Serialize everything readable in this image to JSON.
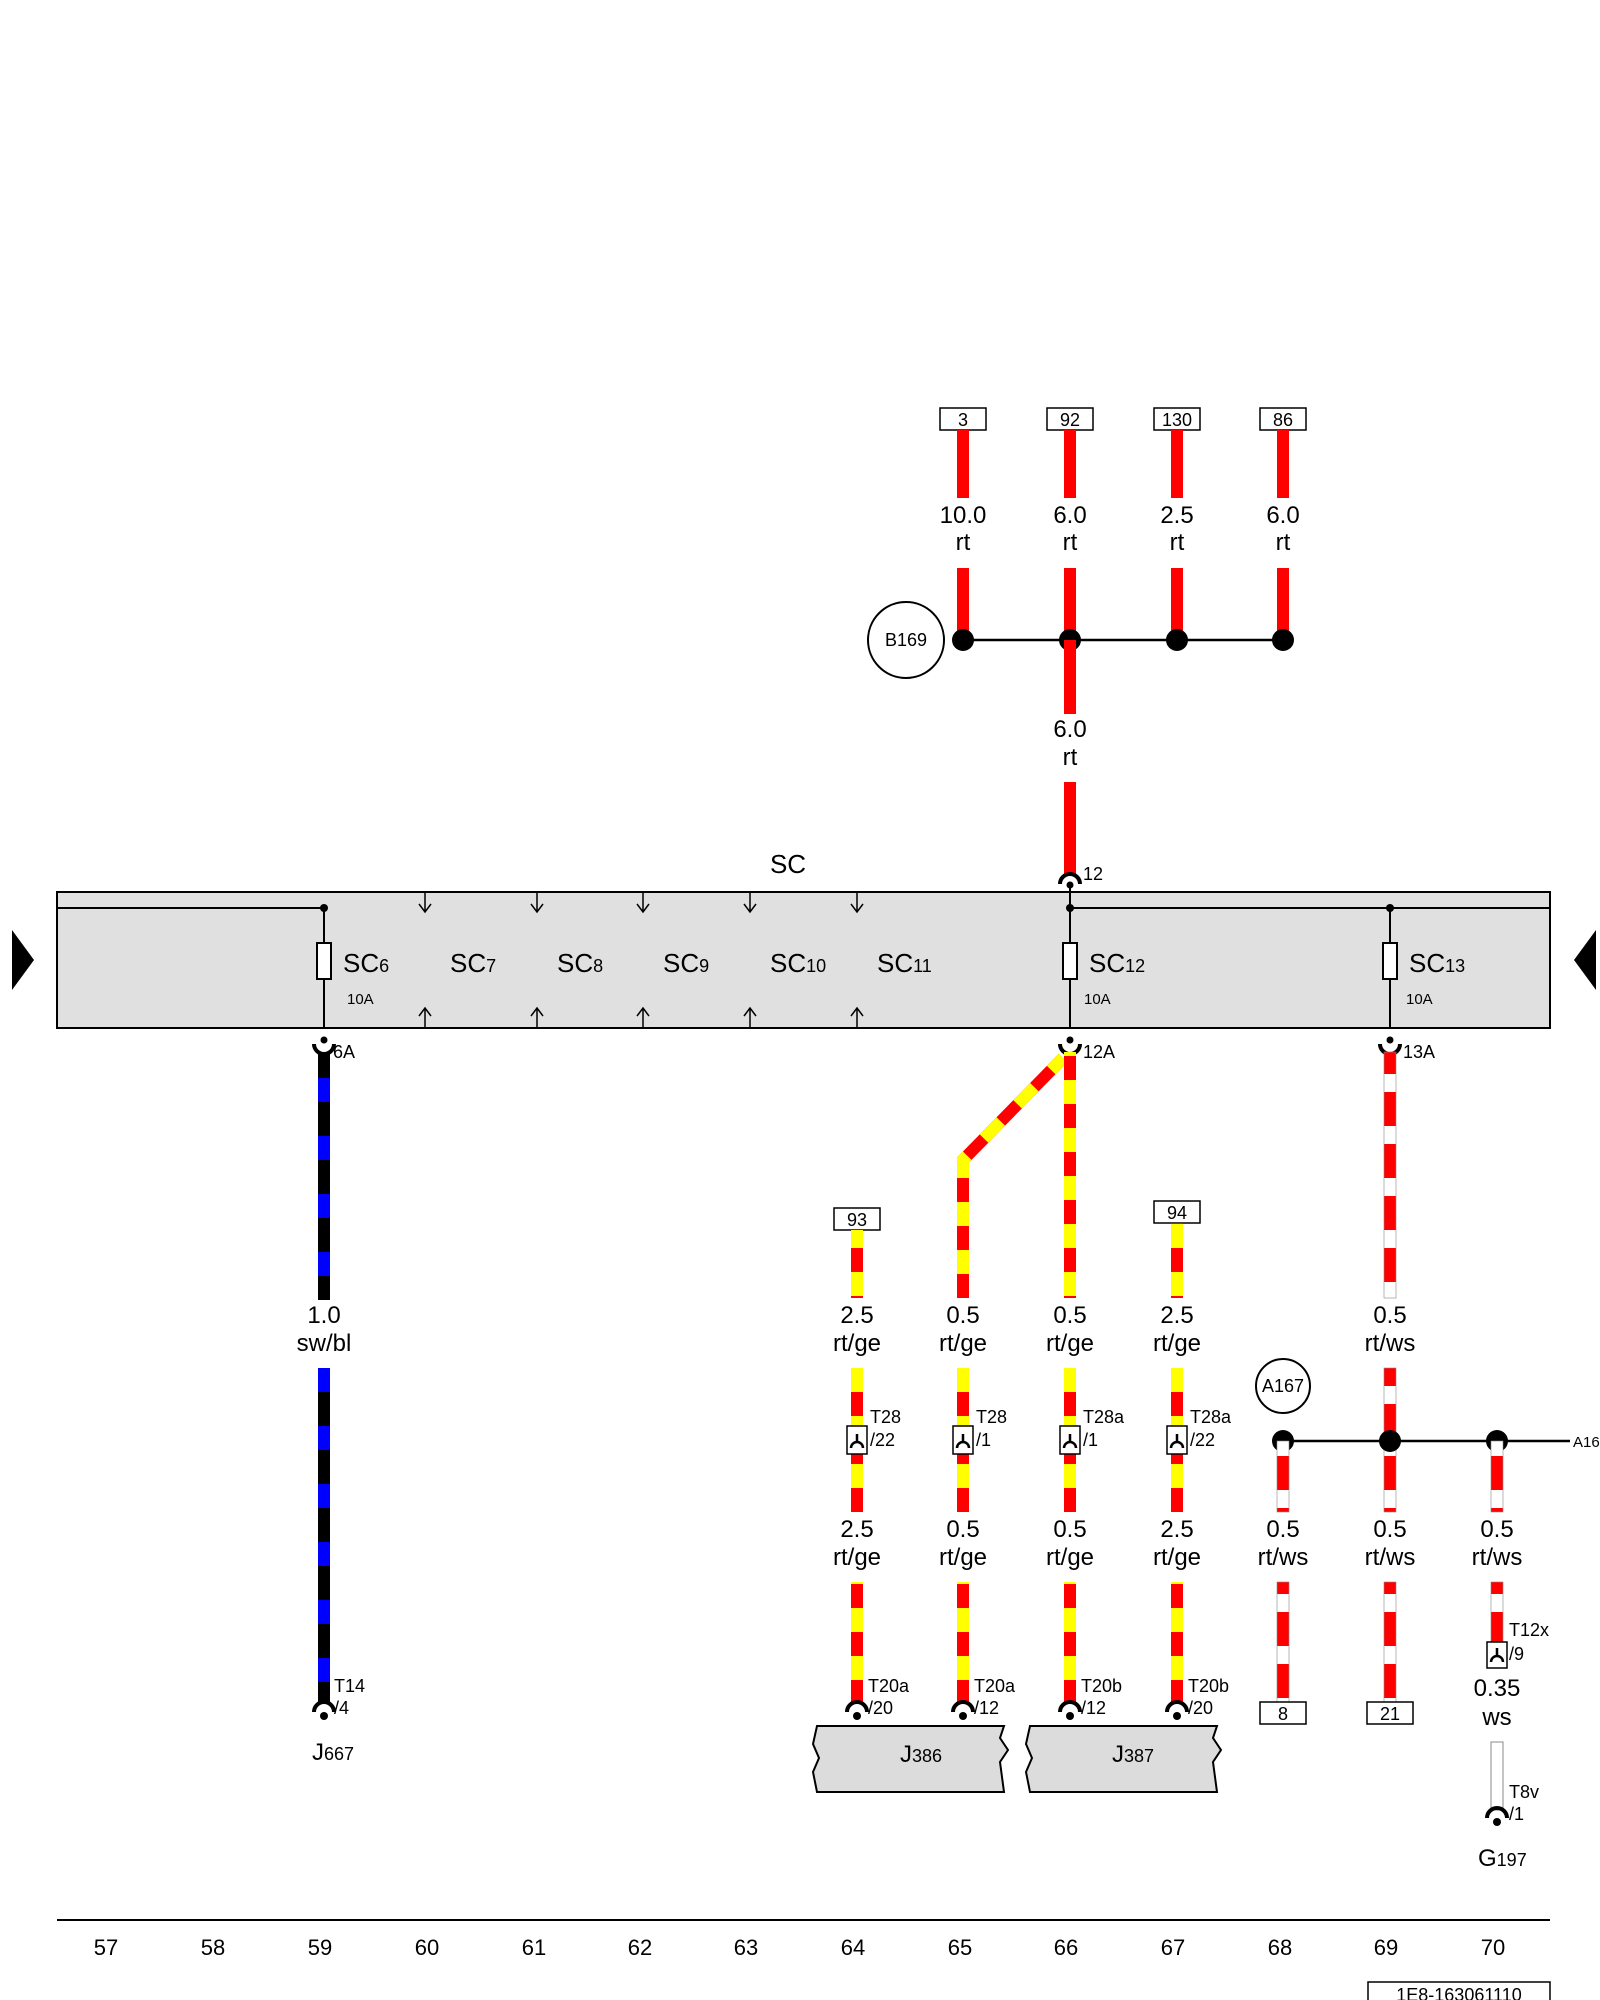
{
  "bus": {
    "name": "SC",
    "slots": [
      {
        "id": "SC6",
        "label": "SC",
        "sub": "6",
        "rating": "10A",
        "in": "",
        "out": "6A"
      },
      {
        "id": "SC7",
        "label": "SC",
        "sub": "7",
        "rating": "",
        "in": "",
        "out": ""
      },
      {
        "id": "SC8",
        "label": "SC",
        "sub": "8",
        "rating": "",
        "in": "",
        "out": ""
      },
      {
        "id": "SC9",
        "label": "SC",
        "sub": "9",
        "rating": "",
        "in": "",
        "out": ""
      },
      {
        "id": "SC10",
        "label": "SC",
        "sub": "10",
        "rating": "",
        "in": "",
        "out": ""
      },
      {
        "id": "SC11",
        "label": "SC",
        "sub": "11",
        "rating": "",
        "in": "",
        "out": ""
      },
      {
        "id": "SC12",
        "label": "SC",
        "sub": "12",
        "rating": "10A",
        "in": "12",
        "out": "12A"
      },
      {
        "id": "SC13",
        "label": "SC",
        "sub": "13",
        "rating": "10A",
        "in": "",
        "out": "13A"
      }
    ]
  },
  "top_refs": [
    "3",
    "92",
    "130",
    "86"
  ],
  "top_wires": [
    {
      "size": "10.0",
      "color": "rt"
    },
    {
      "size": "6.0",
      "color": "rt"
    },
    {
      "size": "2.5",
      "color": "rt"
    },
    {
      "size": "6.0",
      "color": "rt"
    }
  ],
  "feed_wire": {
    "size": "6.0",
    "color": "rt"
  },
  "splices": {
    "b169": "B169",
    "a167": "A167",
    "a16_ref": "A16"
  },
  "mid_refs": [
    "93",
    "94"
  ],
  "wires_upper": [
    {
      "size": "1.0",
      "color": "sw/bl"
    },
    {
      "size": "2.5",
      "color": "rt/ge"
    },
    {
      "size": "0.5",
      "color": "rt/ge"
    },
    {
      "size": "0.5",
      "color": "rt/ge"
    },
    {
      "size": "2.5",
      "color": "rt/ge"
    },
    {
      "size": "0.5",
      "color": "rt/ws"
    }
  ],
  "wires_lower": [
    {
      "size": "2.5",
      "color": "rt/ge"
    },
    {
      "size": "0.5",
      "color": "rt/ge"
    },
    {
      "size": "0.5",
      "color": "rt/ge"
    },
    {
      "size": "2.5",
      "color": "rt/ge"
    },
    {
      "size": "0.5",
      "color": "rt/ws"
    },
    {
      "size": "0.5",
      "color": "rt/ws"
    },
    {
      "size": "0.5",
      "color": "rt/ws"
    }
  ],
  "wire_ws": {
    "size": "0.35",
    "color": "ws"
  },
  "connectors_mid": [
    {
      "name": "T28",
      "pin": "/22"
    },
    {
      "name": "T28",
      "pin": "/1"
    },
    {
      "name": "T28a",
      "pin": "/1"
    },
    {
      "name": "T28a",
      "pin": "/22"
    },
    {
      "name": "T12x",
      "pin": "/9"
    }
  ],
  "connectors_bottom": [
    {
      "name": "T14",
      "pin": "/4"
    },
    {
      "name": "T20a",
      "pin": "/20"
    },
    {
      "name": "T20a",
      "pin": "/12"
    },
    {
      "name": "T20b",
      "pin": "/12"
    },
    {
      "name": "T20b",
      "pin": "/20"
    },
    {
      "name": "T8v",
      "pin": "/1"
    }
  ],
  "bottom_refs": [
    "8",
    "21"
  ],
  "components": {
    "j667": {
      "letter": "J",
      "num": "667"
    },
    "j386": {
      "letter": "J",
      "num": "386"
    },
    "j387": {
      "letter": "J",
      "num": "387"
    },
    "g197": {
      "letter": "G",
      "num": "197"
    }
  },
  "columns": [
    "57",
    "58",
    "59",
    "60",
    "61",
    "62",
    "63",
    "64",
    "65",
    "66",
    "67",
    "68",
    "69",
    "70"
  ],
  "doc_id": "1E8-163061110",
  "colors": {
    "rt": "#ff0000",
    "ge": "#ffff00",
    "ws": "#ffffff",
    "sw": "#000000",
    "bl": "#0000ff",
    "bus_fill": "#e0e0e0",
    "box_fill": "#dcdcdc"
  }
}
